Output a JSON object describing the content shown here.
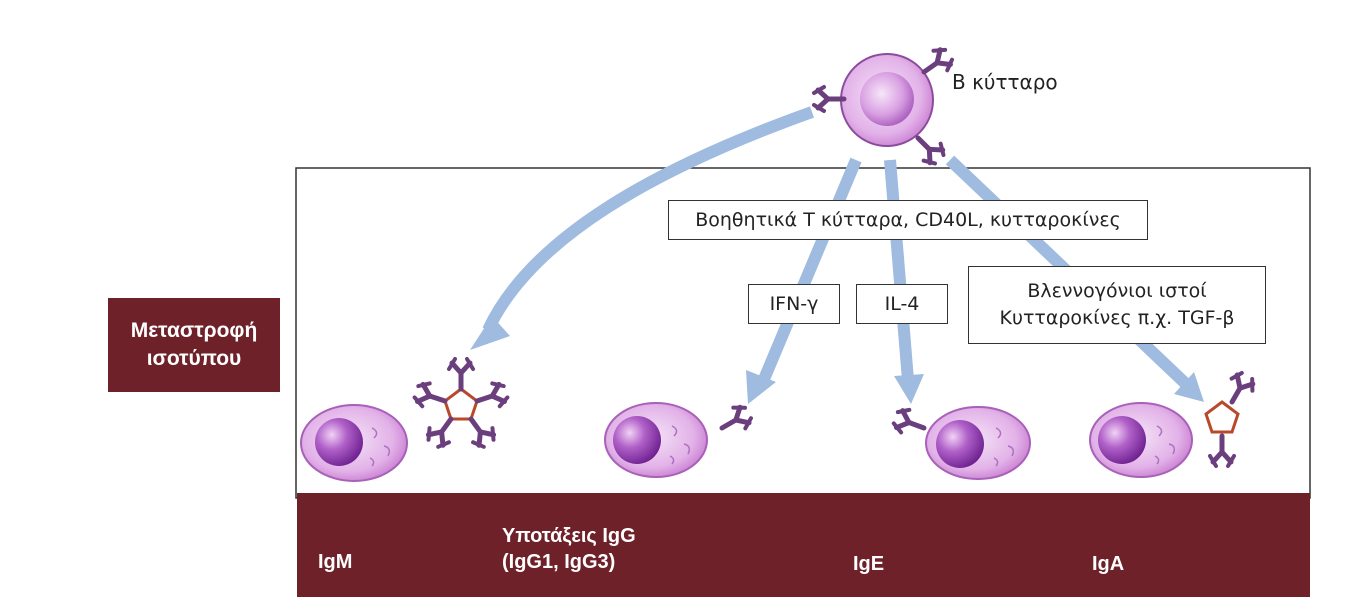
{
  "b_cell": {
    "label": "Β κύτταρο"
  },
  "side_label": {
    "line1": "Μεταστροφή",
    "line2": "ισοτύπου"
  },
  "helper_box": {
    "text": "Βοηθητικά Τ κύτταρα, CD40L, κυτταροκίνες"
  },
  "cytokine_boxes": {
    "ifn": "IFN-γ",
    "il4": "IL-4"
  },
  "mucosa_box": {
    "line1": "Βλεννογόνιοι ιστοί",
    "line2": "Κυτταροκίνες π.χ. TGF-β"
  },
  "isotypes": {
    "igm": "IgM",
    "igg_line1": "Υποτάξεις IgG",
    "igg_line2": "(IgG1, IgG3)",
    "ige": "IgE",
    "iga": "IgA"
  },
  "colors": {
    "band": "#6e2128",
    "arrow": "#9fbbe0",
    "antibody": "#6b3f7e",
    "cell": "#c87bd0",
    "nucleus": "#8a3ca8",
    "j_chain": "#c0392b"
  }
}
